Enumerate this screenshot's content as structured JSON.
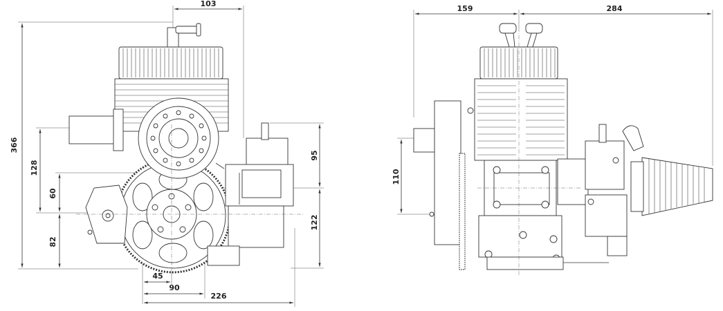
{
  "front_view": {
    "dims": {
      "top": "103",
      "height_total": "366",
      "left_upper": "128",
      "left_mid": "60",
      "left_lower": "82",
      "right_upper": "95",
      "right_lower": "122",
      "bottom_1": "45",
      "bottom_2": "90",
      "bottom_3": "226"
    }
  },
  "side_view": {
    "dims": {
      "top_left": "159",
      "top_right": "284",
      "left": "110"
    }
  },
  "colors": {
    "line": "#333333",
    "background": "#ffffff"
  }
}
